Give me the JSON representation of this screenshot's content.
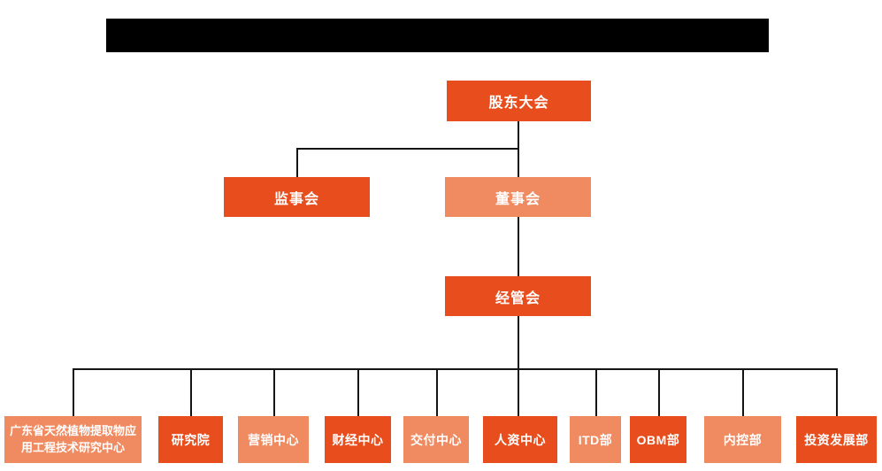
{
  "page": {
    "background": "#FFFFFF"
  },
  "title_bar": {
    "type": "redacted-black-bar",
    "color": "#000000",
    "text": ""
  },
  "colors": {
    "box_primary": "#E84E1D",
    "box_secondary": "#F08A60",
    "connector": "#141414",
    "box_text": "#FFFFFF"
  },
  "org_chart": {
    "root": {
      "label": "股东大会",
      "style": "primary"
    },
    "level2": [
      {
        "label": "监事会",
        "style": "primary"
      },
      {
        "label": "董事会",
        "style": "secondary"
      }
    ],
    "level3": {
      "label": "经管会",
      "style": "primary"
    },
    "departments": [
      {
        "label": "广东省天然植物提取物应用工程技术研究中心",
        "style": "secondary"
      },
      {
        "label": "研究院",
        "style": "primary"
      },
      {
        "label": "营销中心",
        "style": "secondary"
      },
      {
        "label": "财经中心",
        "style": "primary"
      },
      {
        "label": "交付中心",
        "style": "secondary"
      },
      {
        "label": "人资中心",
        "style": "primary"
      },
      {
        "label": "ITD部",
        "style": "secondary"
      },
      {
        "label": "OBM部",
        "style": "primary"
      },
      {
        "label": "内控部",
        "style": "secondary"
      },
      {
        "label": "投资发展部",
        "style": "primary"
      }
    ]
  }
}
